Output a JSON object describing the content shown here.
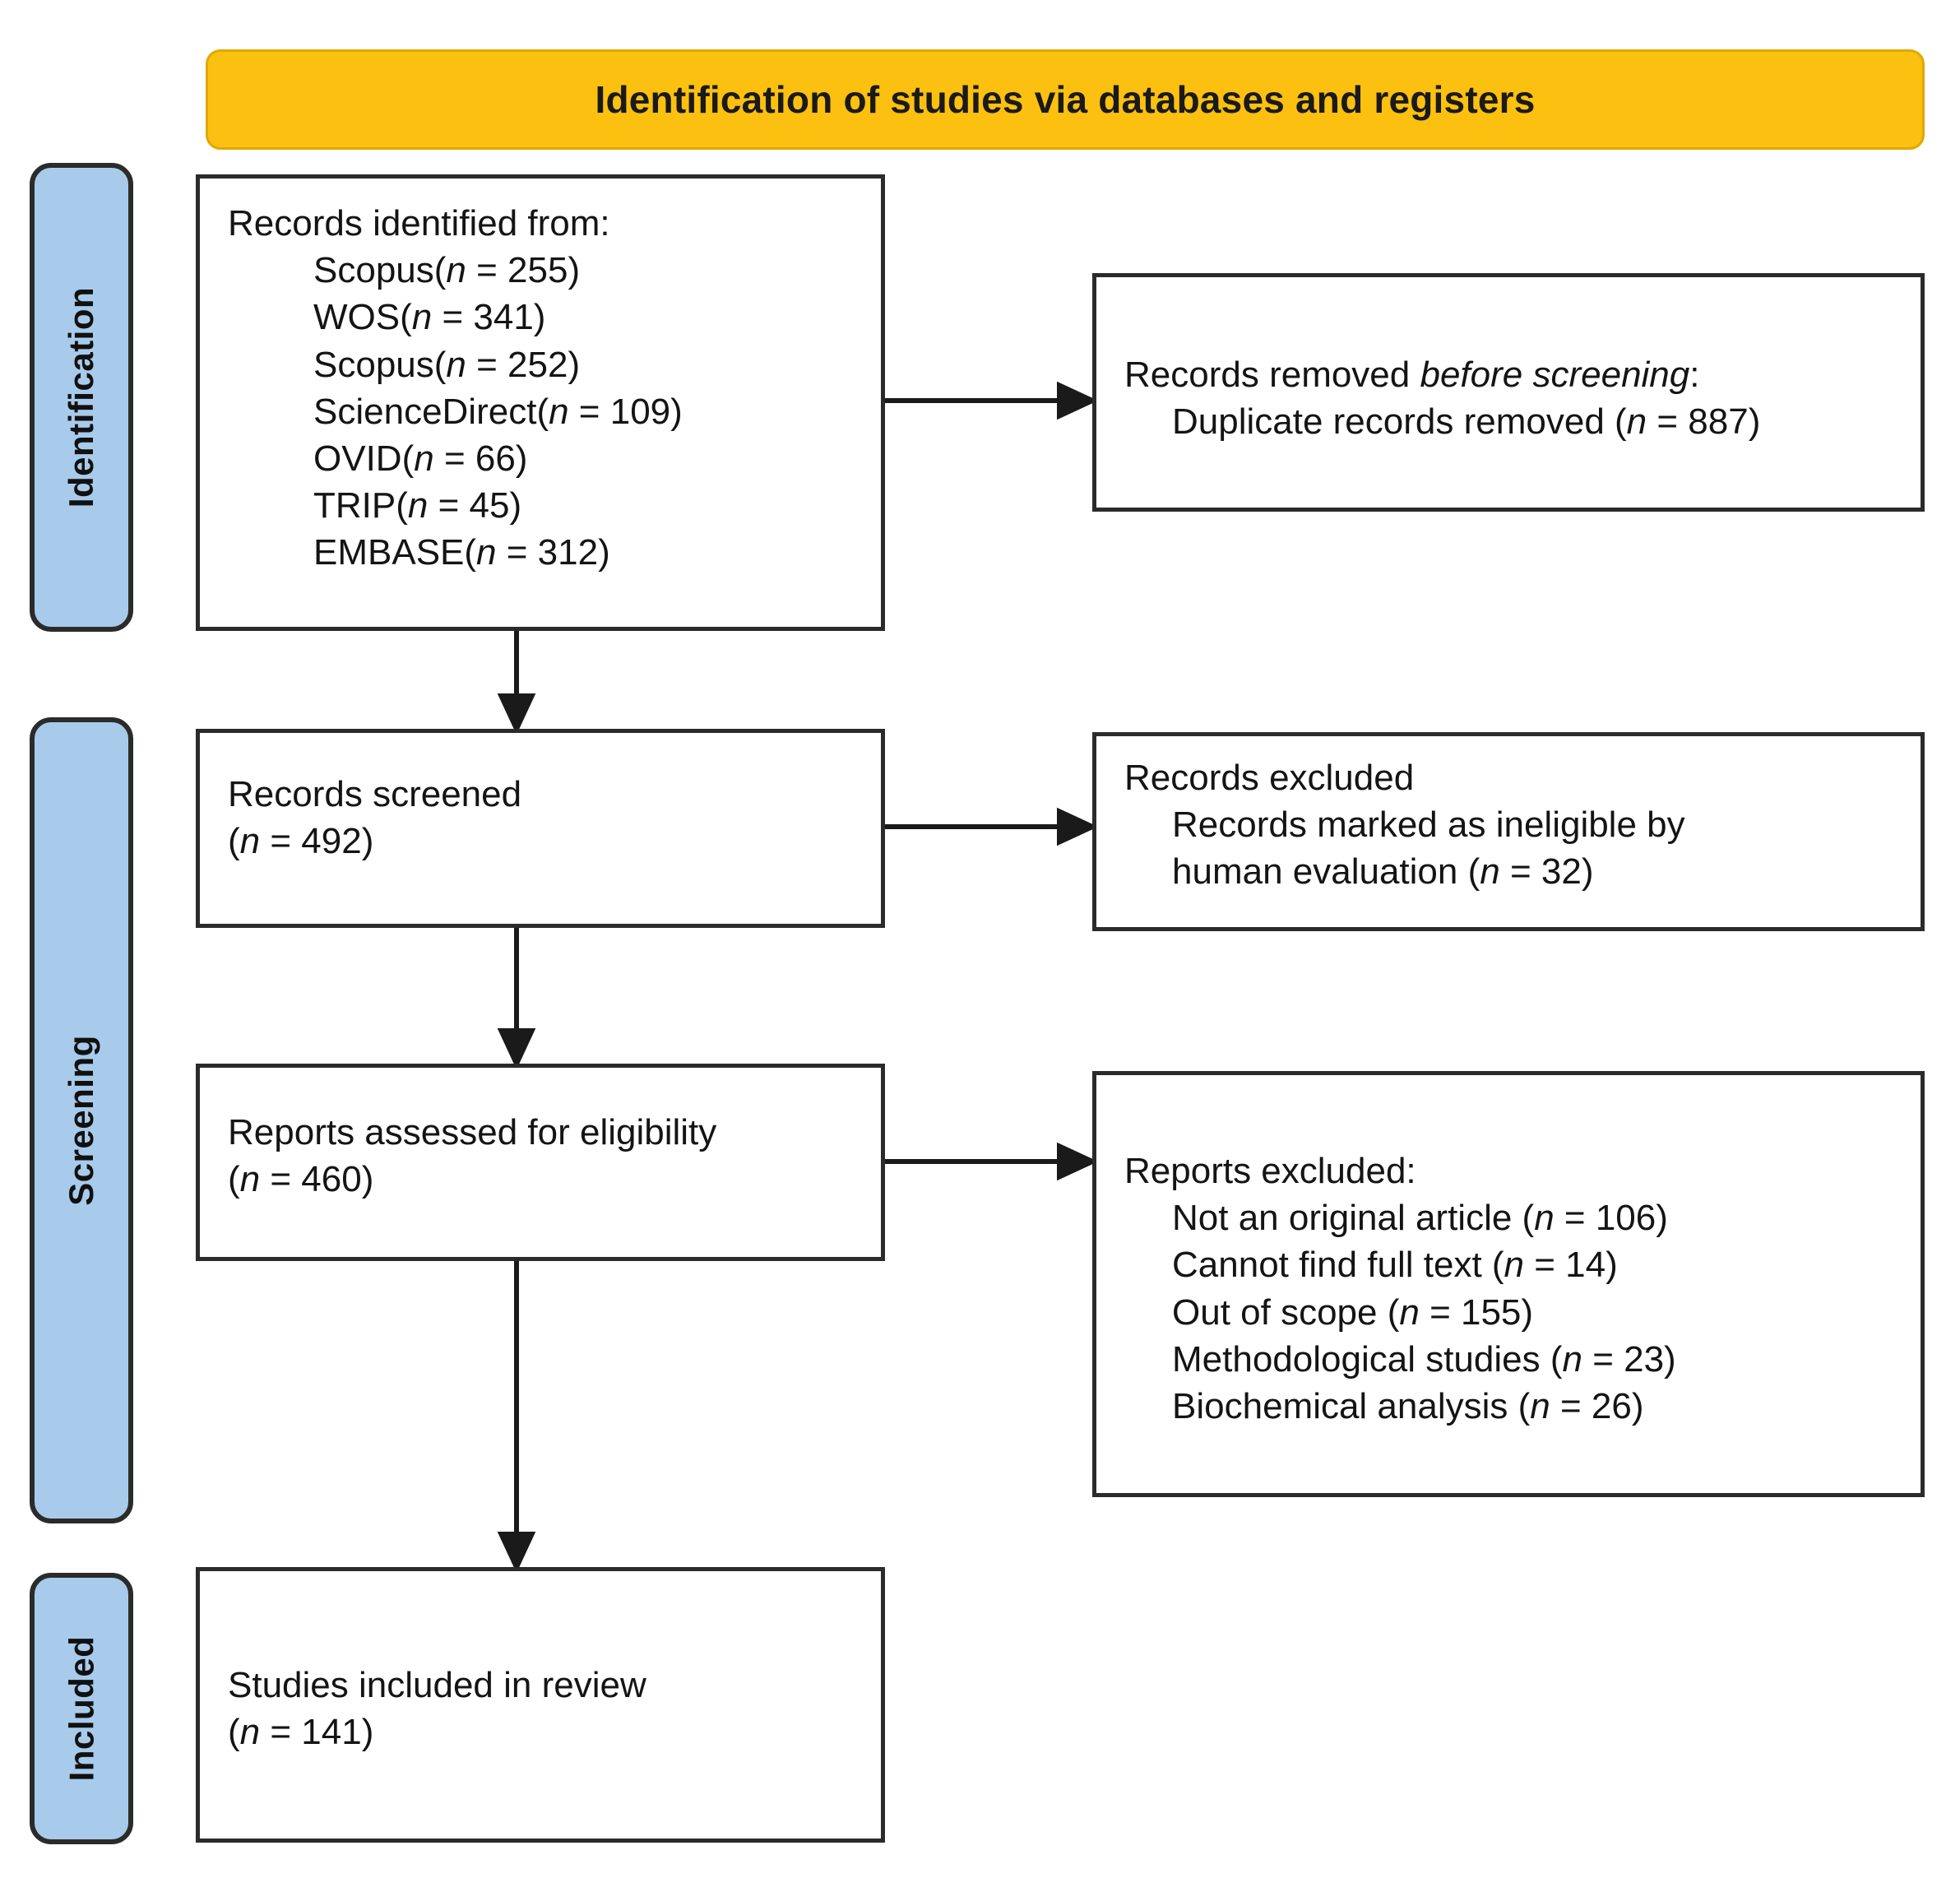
{
  "banner": {
    "title": "Identification of studies via databases and registers"
  },
  "phases": [
    {
      "label": "Identification"
    },
    {
      "label": "Screening"
    },
    {
      "label": "Included"
    }
  ],
  "boxes": {
    "identified": {
      "heading": "Records identified from:",
      "sources": [
        {
          "name": "Scopus",
          "n_prefix": "(",
          "n_label": "n",
          "n_value": " = 255)"
        },
        {
          "name": "WOS",
          "n_prefix": "(",
          "n_label": "n",
          "n_value": " = 341)"
        },
        {
          "name": "Scopus",
          "n_prefix": "(",
          "n_label": "n",
          "n_value": " = 252)"
        },
        {
          "name": "ScienceDirect",
          "n_prefix": "(",
          "n_label": "n",
          "n_value": " = 109)"
        },
        {
          "name": "OVID",
          "n_prefix": "(",
          "n_label": "n",
          "n_value": " = 66)"
        },
        {
          "name": "TRIP",
          "n_prefix": "(",
          "n_label": "n",
          "n_value": " = 45)"
        },
        {
          "name": "EMBASE",
          "n_prefix": "(",
          "n_label": "n",
          "n_value": " = 312)"
        }
      ]
    },
    "removed": {
      "heading_before": "Records removed ",
      "heading_italic": "before screening",
      "heading_after": ":",
      "item_text": "Duplicate records removed (",
      "item_n": "n",
      "item_value": " = 887)"
    },
    "screened": {
      "heading": "Records screened",
      "count_open": "(",
      "count_n": "n",
      "count_value": " = 492)"
    },
    "records_excluded": {
      "heading": "Records excluded",
      "line1": "Records marked as ineligible by",
      "line2_text": "human evaluation (",
      "line2_n": "n",
      "line2_value": " = 32)"
    },
    "assessed": {
      "heading": "Reports assessed for eligibility",
      "count_open": "(",
      "count_n": "n",
      "count_value": " = 460)"
    },
    "reports_excluded": {
      "heading": "Reports excluded:",
      "reasons": [
        {
          "text": "Not an original article (",
          "n": "n",
          "value": " = 106)"
        },
        {
          "text": "Cannot find full text (",
          "n": "n",
          "value": " = 14)"
        },
        {
          "text": "Out of scope (",
          "n": "n",
          "value": " = 155)"
        },
        {
          "text": "Methodological studies (",
          "n": "n",
          "value": " = 23)"
        },
        {
          "text": "Biochemical analysis (",
          "n": "n",
          "value": " = 26)"
        }
      ]
    },
    "included": {
      "heading": "Studies included in review",
      "count_open": "(",
      "count_n": "n",
      "count_value": " = 141)"
    }
  },
  "colors": {
    "banner_fill": "#fcc010",
    "banner_border": "#e0a800",
    "phase_fill": "#a8cbeb",
    "stroke": "#2b2b2b",
    "text": "#141414"
  }
}
